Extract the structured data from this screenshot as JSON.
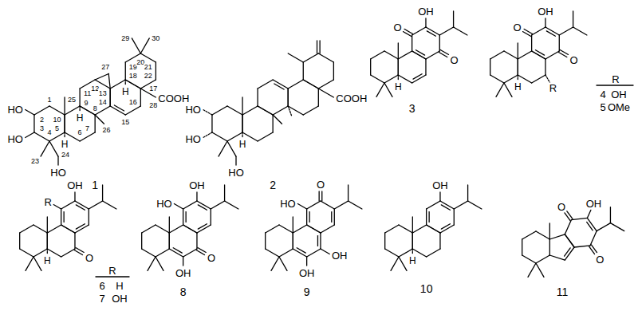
{
  "diagram": {
    "labels": [
      "HO",
      "HO",
      "HO",
      "H",
      "H",
      "H",
      "COOH",
      "1",
      "2",
      "3",
      "4",
      "5",
      "6",
      "7",
      "8",
      "9",
      "10",
      "11",
      "12",
      "13",
      "14",
      "15",
      "16",
      "17",
      "18",
      "19",
      "20",
      "21",
      "22",
      "23",
      "24",
      "25",
      "26",
      "27",
      "28",
      "29",
      "30",
      "1",
      "HO",
      "HO",
      "HO",
      "H",
      "COOH",
      "2",
      "O",
      "OH",
      "O",
      "H",
      "3",
      "O",
      "OH",
      "O",
      "H",
      "R",
      "R",
      "4",
      "OH",
      "5",
      "OMe",
      "OH",
      "R",
      "O",
      "H",
      "R",
      "6",
      "H",
      "7",
      "OH",
      "HO",
      "OH",
      "O",
      "OH",
      "8",
      "HO",
      "O",
      "OH",
      "OH",
      "9",
      "OH",
      "H",
      "10",
      "O",
      "OH",
      "O",
      "11"
    ]
  }
}
